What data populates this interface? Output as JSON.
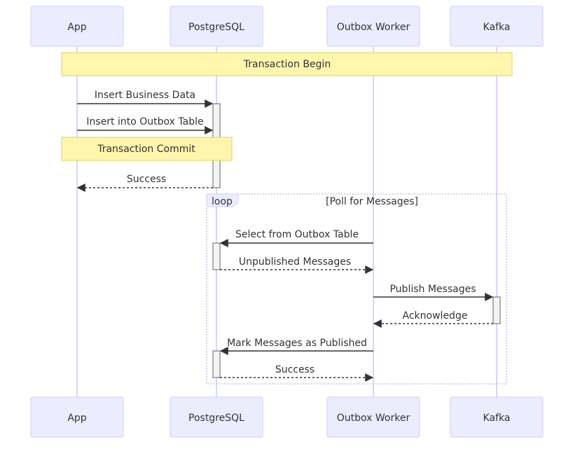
{
  "participants": [
    {
      "id": "app",
      "label": "App"
    },
    {
      "id": "pg",
      "label": "PostgreSQL"
    },
    {
      "id": "worker",
      "label": "Outbox Worker"
    },
    {
      "id": "kafka",
      "label": "Kafka"
    }
  ],
  "notes": {
    "transaction_begin": "Transaction Begin",
    "transaction_commit": "Transaction Commit"
  },
  "loop": {
    "keyword": "loop",
    "title": "[Poll for Messages]"
  },
  "messages": {
    "m1": "Insert Business Data",
    "m2": "Insert into Outbox Table",
    "m3": "Success",
    "m4": "Select from Outbox Table",
    "m5": "Unpublished Messages",
    "m6": "Publish Messages",
    "m7": "Acknowledge",
    "m8": "Mark Messages as Published",
    "m9": "Success"
  },
  "colors": {
    "actor_fill": "#ECECFF",
    "actor_stroke": "#CCCCFF",
    "note_fill": "#FFF5AD",
    "note_stroke": "#D6D667",
    "line": "#333333"
  }
}
